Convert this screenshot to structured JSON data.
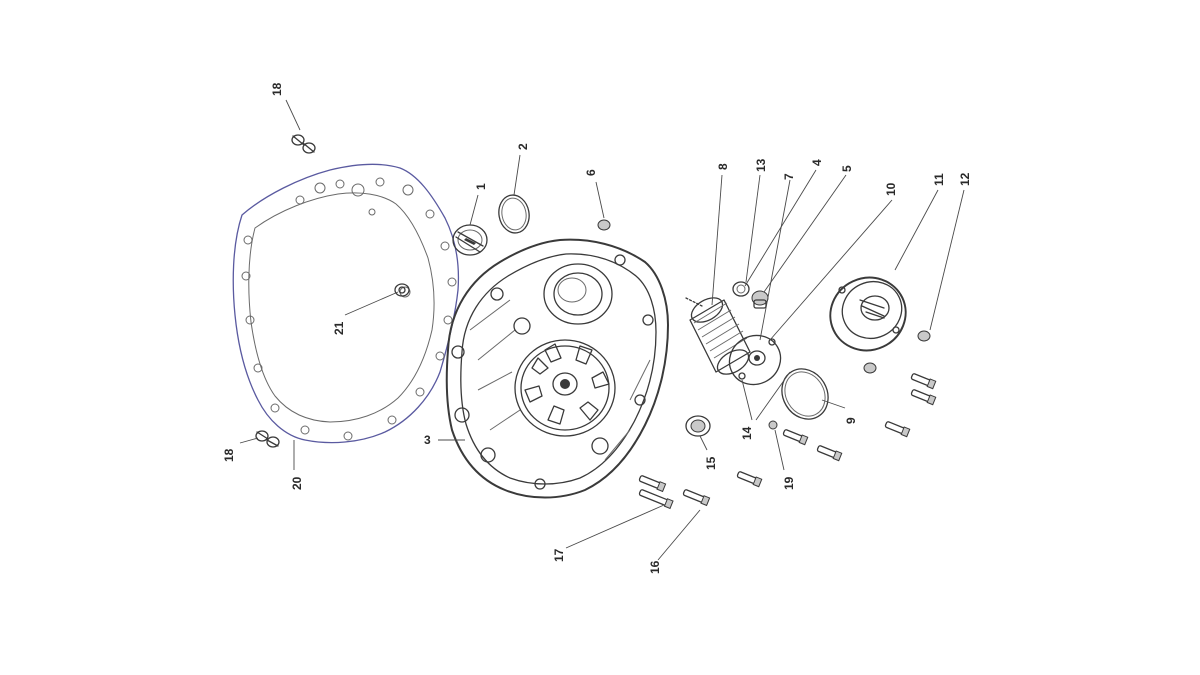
{
  "diagram": {
    "callouts": [
      {
        "id": "c18a",
        "text": "18"
      },
      {
        "id": "c20",
        "text": "20"
      },
      {
        "id": "c21",
        "text": "21"
      },
      {
        "id": "c18b",
        "text": "18"
      },
      {
        "id": "c1",
        "text": "1"
      },
      {
        "id": "c2",
        "text": "2"
      },
      {
        "id": "c6",
        "text": "6"
      },
      {
        "id": "c3",
        "text": "3"
      },
      {
        "id": "c8",
        "text": "8"
      },
      {
        "id": "c13",
        "text": "13"
      },
      {
        "id": "c7",
        "text": "7"
      },
      {
        "id": "c4",
        "text": "4"
      },
      {
        "id": "c5",
        "text": "5"
      },
      {
        "id": "c10",
        "text": "10"
      },
      {
        "id": "c11",
        "text": "11"
      },
      {
        "id": "c12",
        "text": "12"
      },
      {
        "id": "c9",
        "text": "9"
      },
      {
        "id": "c14",
        "text": "14"
      },
      {
        "id": "c15",
        "text": "15"
      },
      {
        "id": "c19",
        "text": "19"
      },
      {
        "id": "c17",
        "text": "17"
      },
      {
        "id": "c16",
        "text": "16"
      }
    ]
  }
}
